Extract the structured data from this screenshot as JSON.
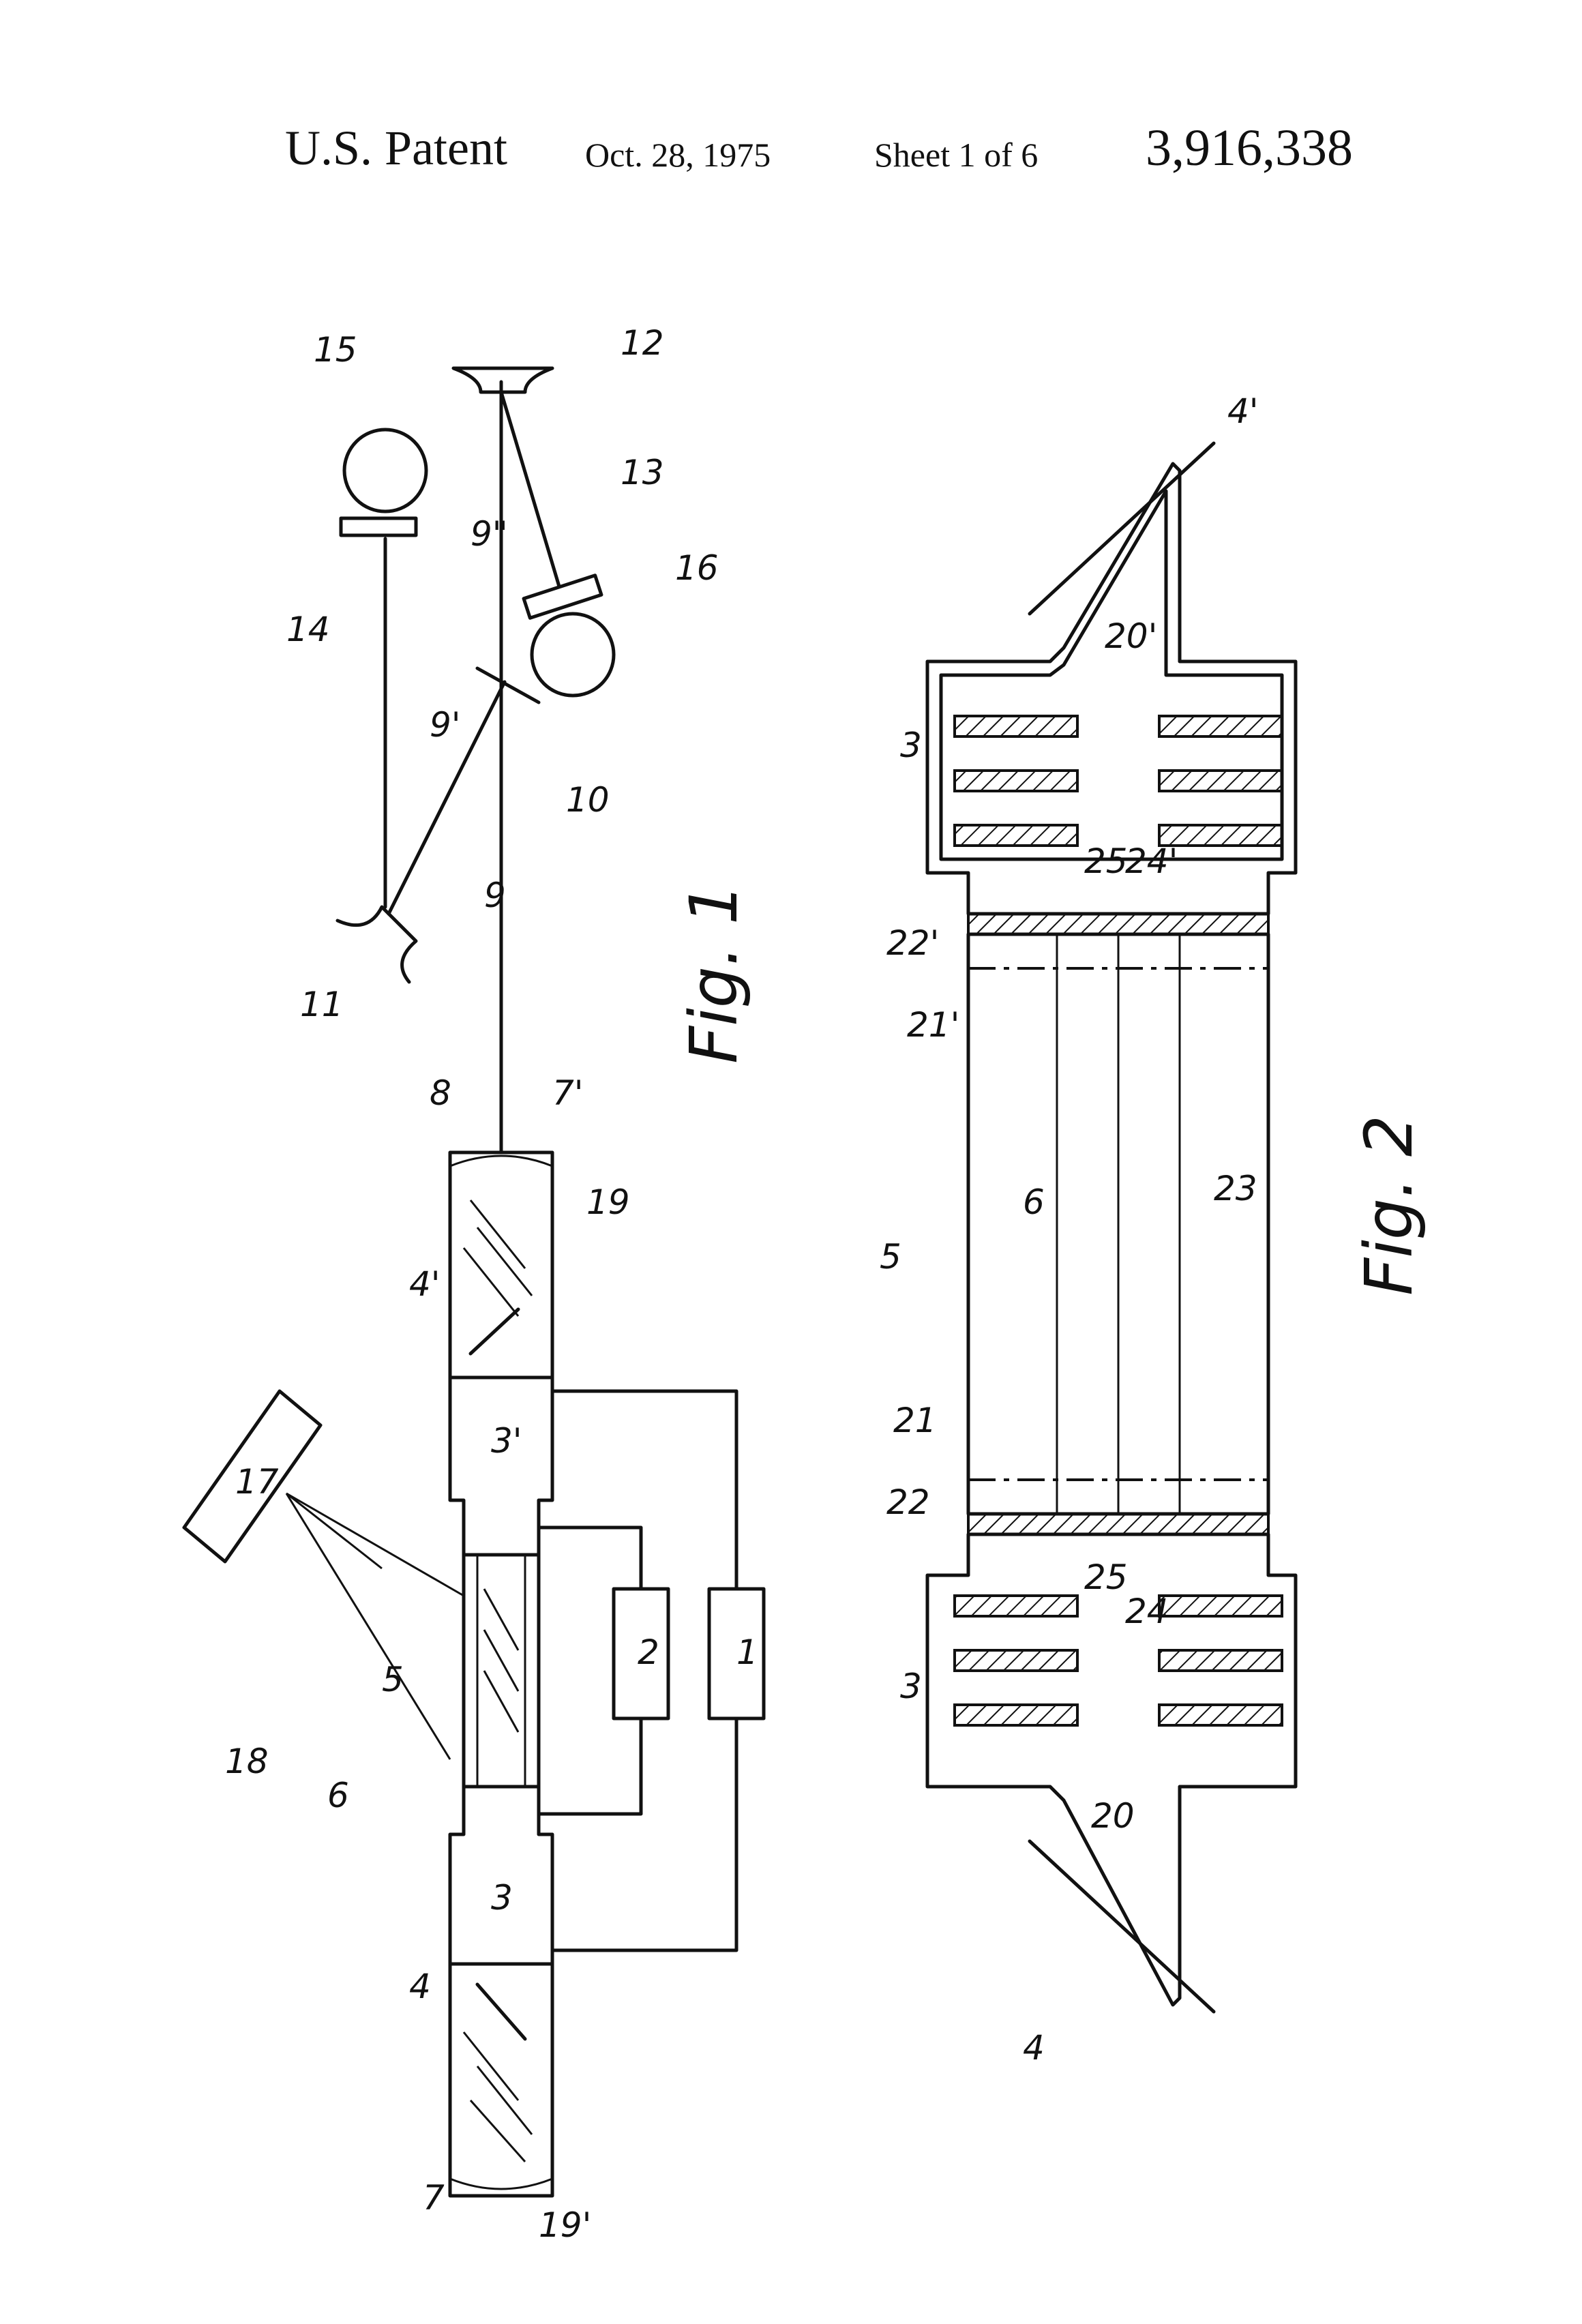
{
  "header": {
    "title": "U.S. Patent",
    "date": "Oct. 28, 1975",
    "sheet": "Sheet 1 of 6",
    "number": "3,916,338"
  },
  "figures": {
    "fig1": {
      "caption": "Fig. 1",
      "labels": {
        "l1": "1",
        "l2": "2",
        "l3": "3",
        "l3p": "3'",
        "l4": "4",
        "l4p": "4'",
        "l5": "5",
        "l6": "6",
        "l7": "7",
        "l7p": "7'",
        "l8": "8",
        "l9": "9",
        "l9p": "9'",
        "l9pp": "9\"",
        "l10": "10",
        "l11": "11",
        "l12": "12",
        "l13": "13",
        "l14": "14",
        "l15": "15",
        "l16": "16",
        "l17": "17",
        "l18": "18",
        "l19": "19",
        "l19p": "19'"
      }
    },
    "fig2": {
      "caption": "Fig. 2",
      "labels": {
        "l3a": "3",
        "l3b": "3",
        "l4": "4",
        "l4p": "4'",
        "l5": "5",
        "l6": "6",
        "l20": "20",
        "l20p": "20'",
        "l21": "21",
        "l21p": "21'",
        "l22": "22",
        "l22p": "22'",
        "l23": "23",
        "l24": "24",
        "l24p": "24'",
        "l25a": "25",
        "l25b": "25"
      }
    }
  }
}
